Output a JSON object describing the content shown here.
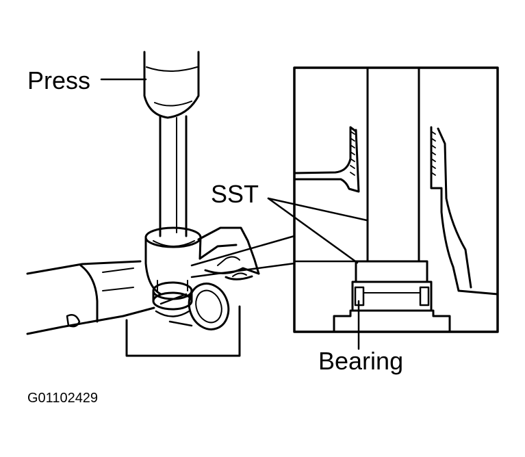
{
  "labels": {
    "press": "Press",
    "sst": "SST",
    "bearing": "Bearing",
    "figure_code": "G01102429"
  },
  "colors": {
    "ink": "#000000",
    "paper": "#ffffff"
  }
}
